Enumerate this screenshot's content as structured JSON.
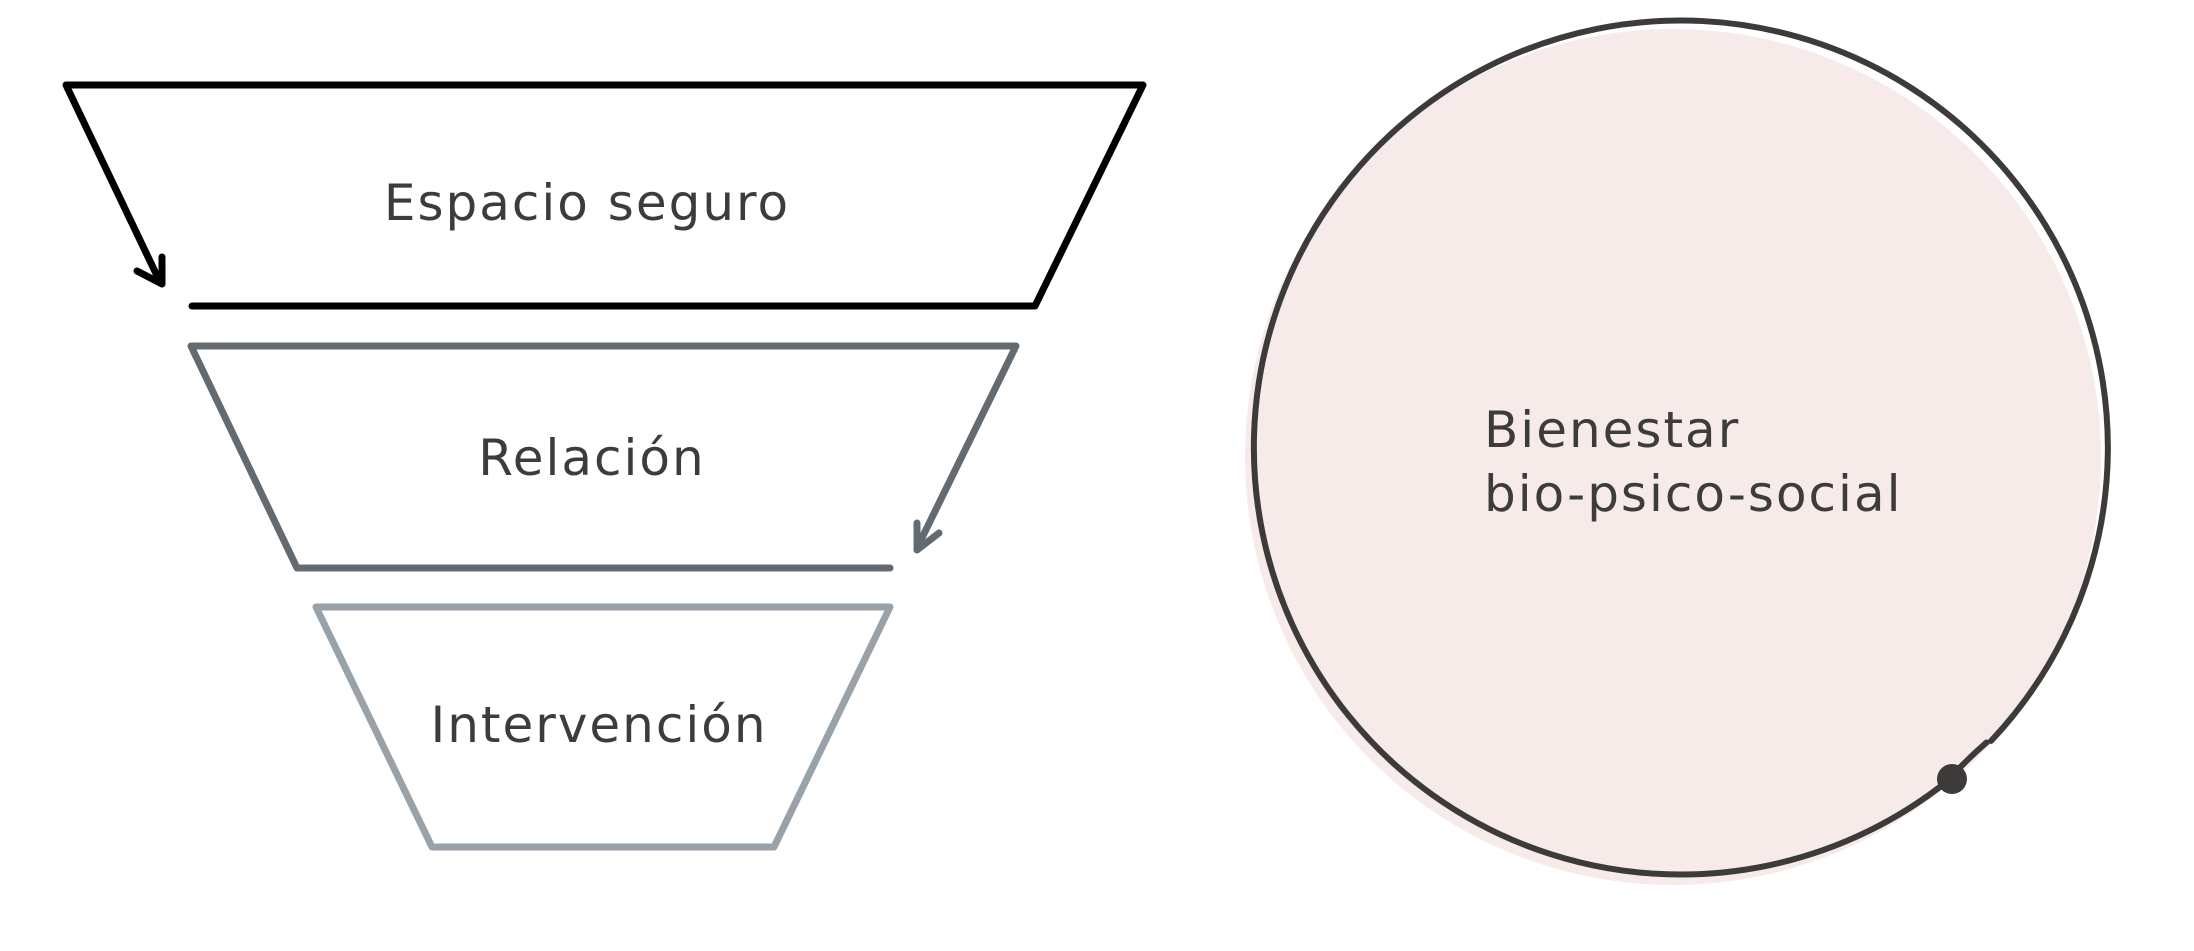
{
  "funnel": {
    "levels": [
      {
        "label": "Espacio seguro",
        "color": "#000000"
      },
      {
        "label": "Relación",
        "color": "#636b70"
      },
      {
        "label": "Intervención",
        "color": "#98a2a8"
      }
    ]
  },
  "circle": {
    "line1": "Bienestar",
    "line2": "bio-psico-social",
    "fill": "#f7ebea",
    "stroke": "#3d3a3a"
  }
}
